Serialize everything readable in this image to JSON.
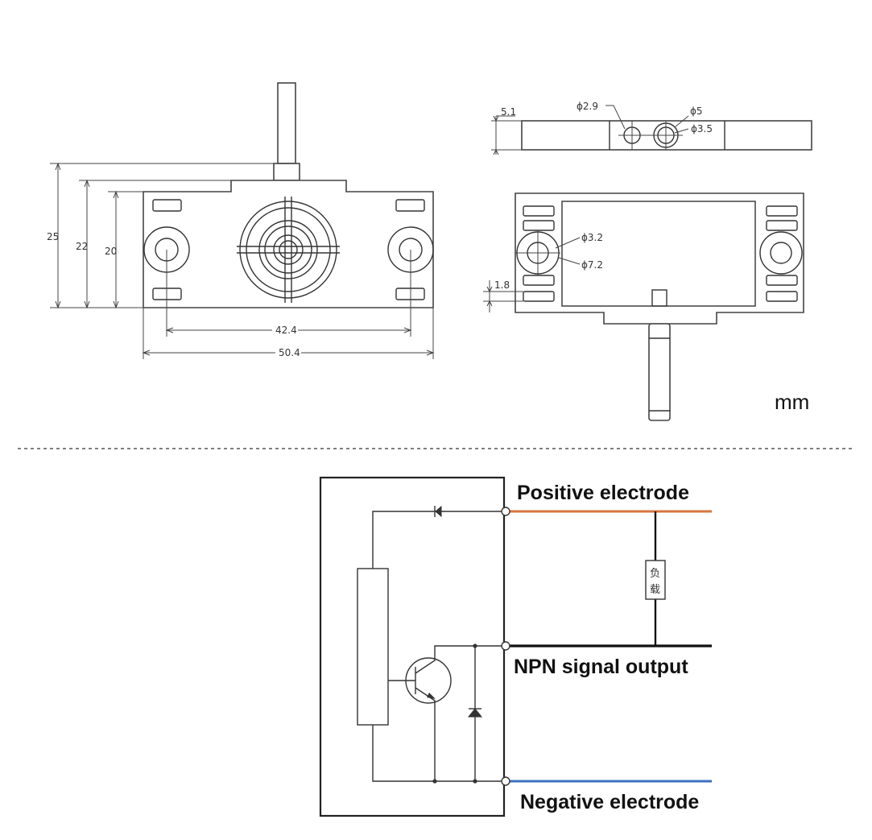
{
  "unit": "mm",
  "front_view": {
    "dimensions": {
      "height_total": "25",
      "height_body": "22",
      "height_plate": "20",
      "hole_spacing": "42.4",
      "width": "50.4"
    }
  },
  "top_view": {
    "dimensions": {
      "thickness": "5.1",
      "hole_small": "ϕ2.9",
      "hole_outer": "ϕ5",
      "hole_inner": "ϕ3.5"
    }
  },
  "back_view": {
    "dimensions": {
      "hole_inner": "ϕ3.2",
      "hole_outer": "ϕ7.2",
      "offset": "1.8"
    }
  },
  "circuit": {
    "positive_label": "Positive electrode",
    "signal_label": "NPN signal output",
    "negative_label": "Negative electrode",
    "load_label_line1": "负",
    "load_label_line2": "载",
    "colors": {
      "positive": "#d9743f",
      "negative": "#3c6fbf",
      "signal": "#111111"
    }
  }
}
